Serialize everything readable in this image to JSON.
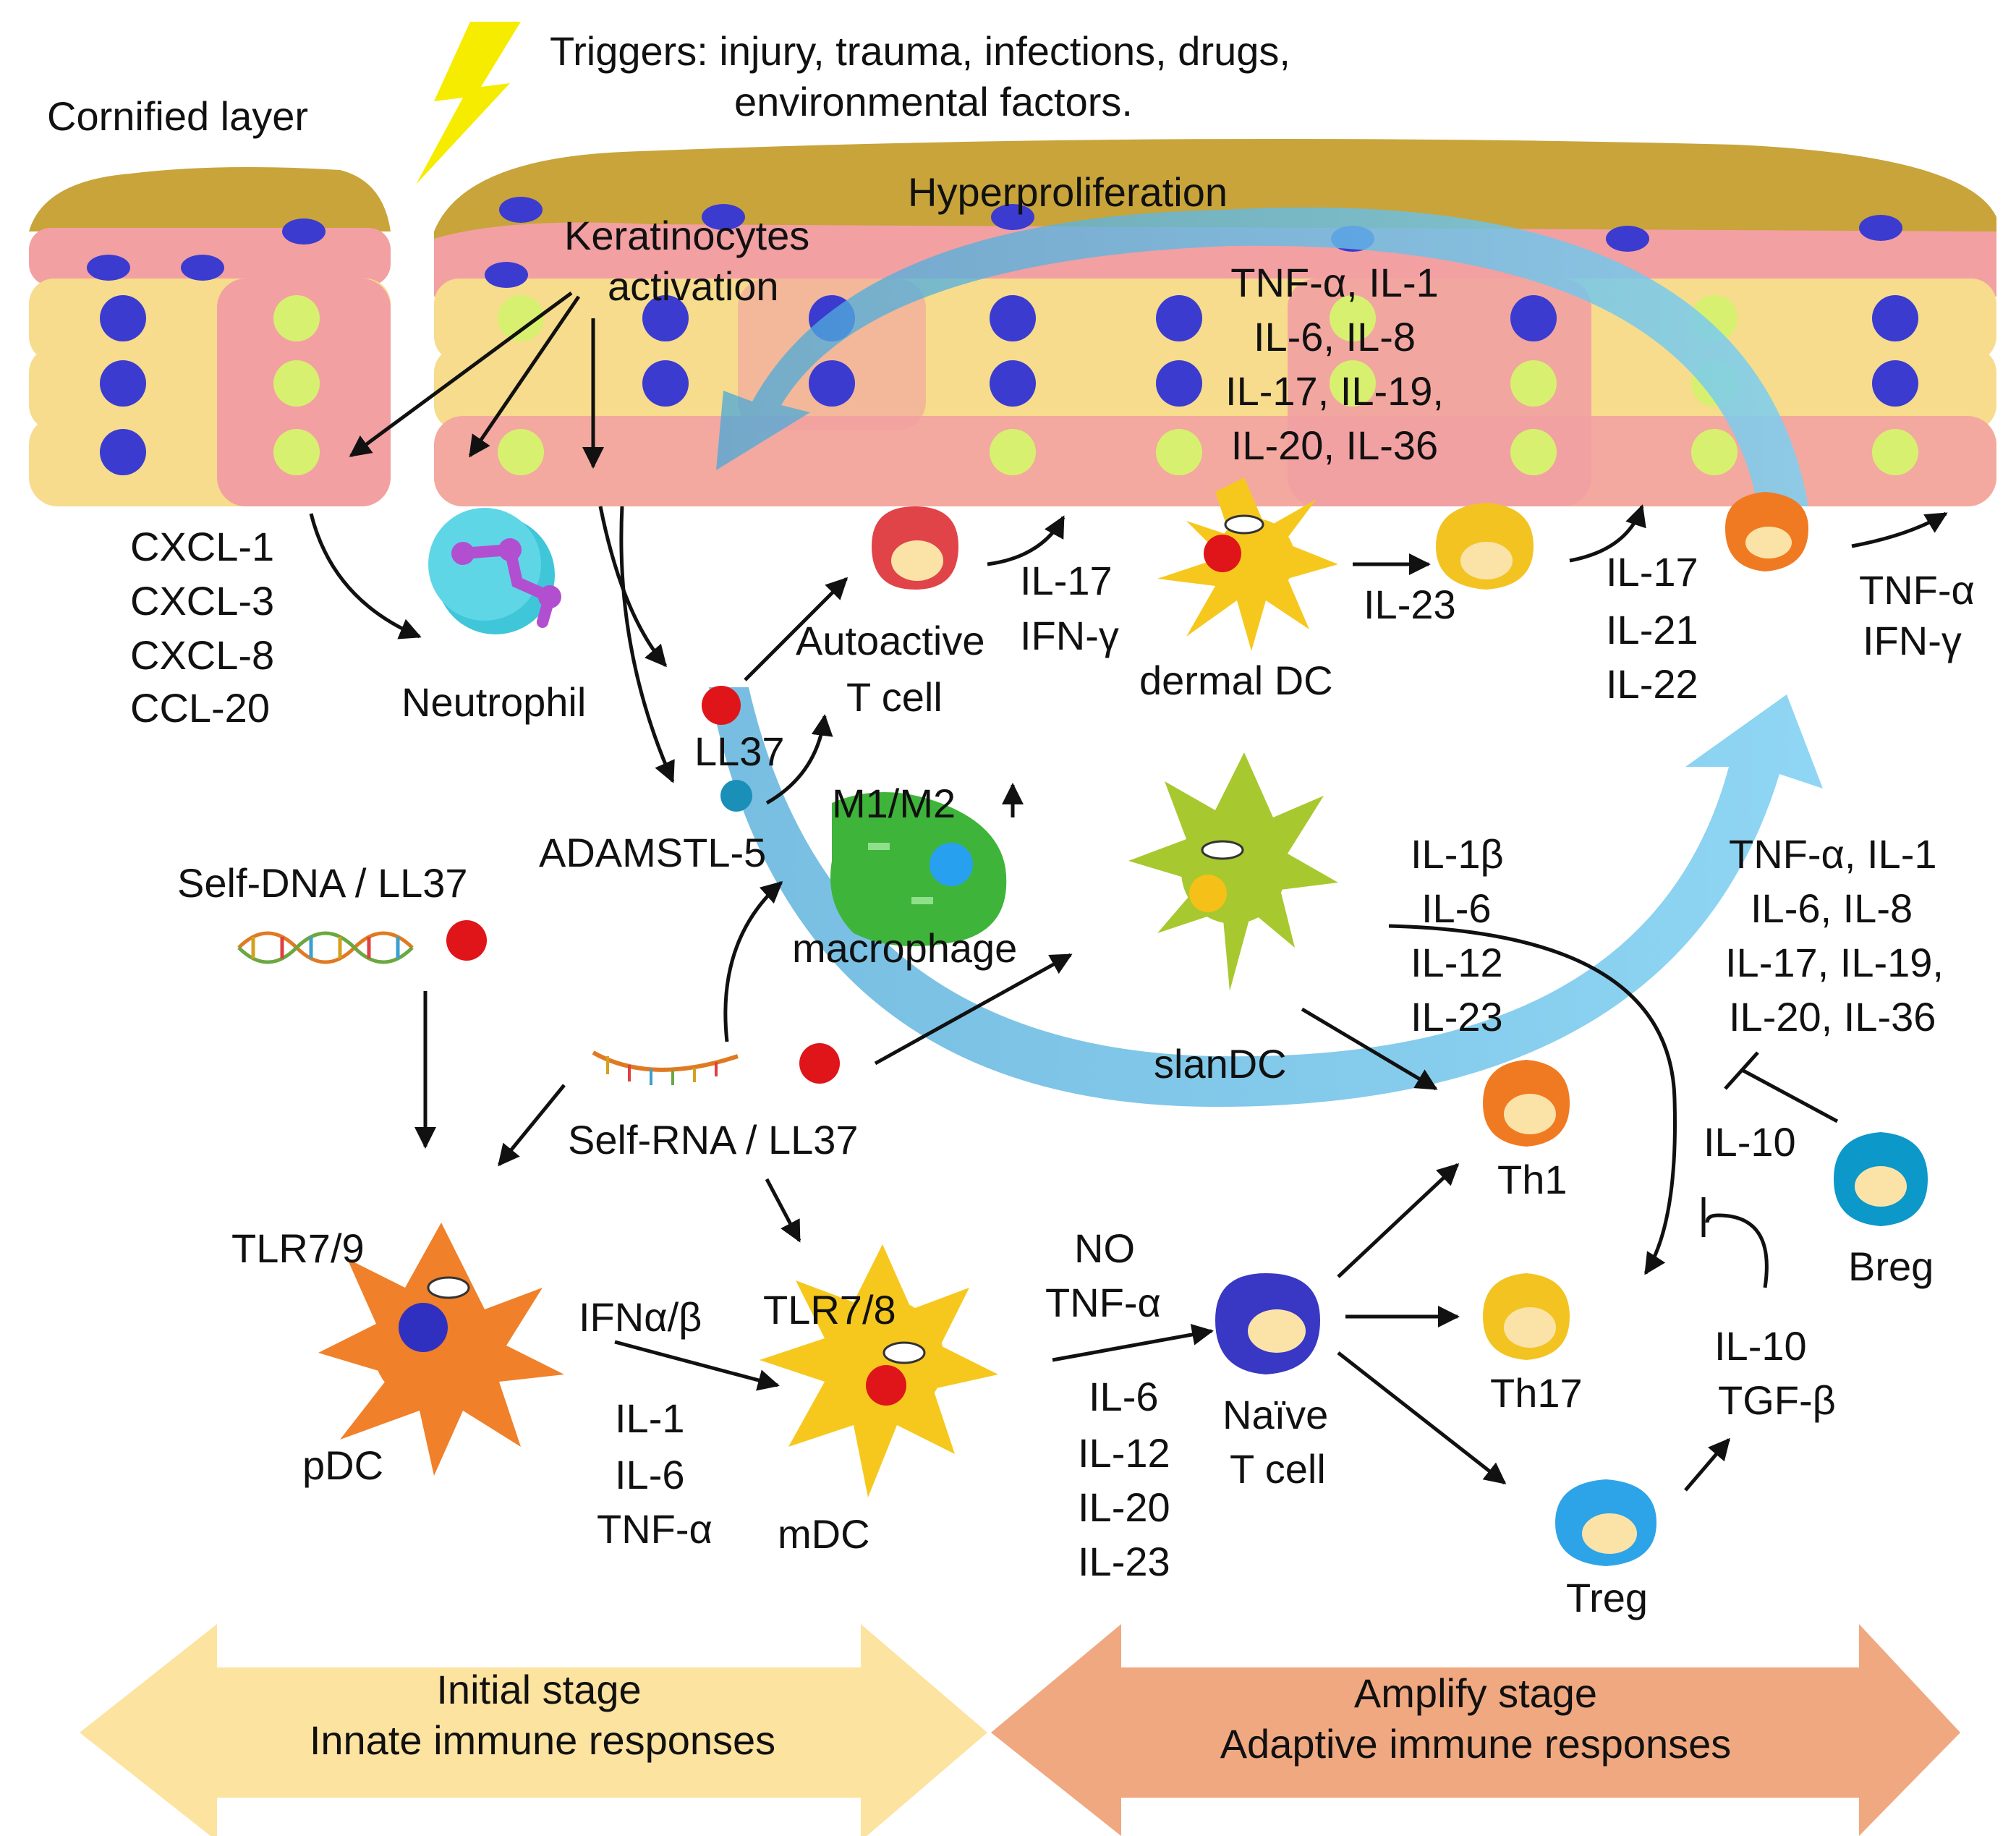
{
  "header": {
    "triggers_line1": "Triggers: injury, trauma, infections, drugs,",
    "triggers_line2": "environmental factors.",
    "cornified_layer": "Cornified layer",
    "hyperproliferation": "Hyperproliferation",
    "keratinocytes_line1": "Keratinocytes",
    "keratinocytes_line2": "activation"
  },
  "epidermis_cytokines": [
    "TNF-α, IL-1",
    "IL-6, IL-8",
    "IL-17, IL-19,",
    "IL-20, IL-36"
  ],
  "chemokines": [
    "CXCL-1",
    "CXCL-3",
    "CXCL-8",
    "CCL-20"
  ],
  "cells": {
    "neutrophil": "Neutrophil",
    "autoactive_line1": "Autoactive",
    "autoactive_line2": "T cell",
    "ll37": "LL37",
    "adamstl5": "ADAMSTL-5",
    "m1m2": "M1/M2",
    "macrophage": "macrophage",
    "dermal_dc": "dermal DC",
    "slan_dc": "slanDC",
    "pdc": "pDC",
    "mdc": "mDC",
    "naive_line1": "Naïve",
    "naive_line2": "T cell",
    "th1": "Th1",
    "th17": "Th17",
    "treg": "Treg",
    "breg": "Breg"
  },
  "labels": {
    "il17_ifng": [
      "IL-17",
      "IFN-γ"
    ],
    "il23": "IL-23",
    "il17_21_22": [
      "IL-17",
      "IL-21",
      "IL-22"
    ],
    "tnf_ifng": [
      "TNF-α",
      "IFN-γ"
    ],
    "self_dna": "Self-DNA / LL37",
    "self_rna": "Self-RNA / LL37",
    "tlr79": "TLR7/9",
    "tlr78": "TLR7/8",
    "ifn_ab": "IFNα/β",
    "pdc_cytokines": [
      "IL-1",
      "IL-6",
      "TNF-α"
    ],
    "no_tnf": [
      "NO",
      "TNF-α"
    ],
    "mdc_cytokines": [
      "IL-6",
      "IL-12",
      "IL-20",
      "IL-23"
    ],
    "slan_cytokines": [
      "IL-1β",
      "IL-6",
      "IL-12",
      "IL-23"
    ],
    "right_cytokines": [
      "TNF-α, IL-1",
      "IL-6, IL-8",
      "IL-17, IL-19,",
      "IL-20, IL-36"
    ],
    "il10": "IL-10",
    "treg_cytokines": [
      "IL-10",
      "TGF-β"
    ]
  },
  "stages": {
    "initial_line1": "Initial stage",
    "initial_line2": "Innate immune responses",
    "amplify_line1": "Amplify stage",
    "amplify_line2": "Adaptive immune responses"
  },
  "colors": {
    "cornified": "#c8a43a",
    "keratinocyte_pink": "#f2a0a2",
    "keratinocyte_yellow": "#f6dc8c",
    "nucleus_blue": "#3b3bd0",
    "nucleus_yellow": "#d8f070",
    "flow_arrow": "#5bb8e6",
    "initial_stage": "#fde3a0",
    "amplify_stage": "#f0a880"
  }
}
